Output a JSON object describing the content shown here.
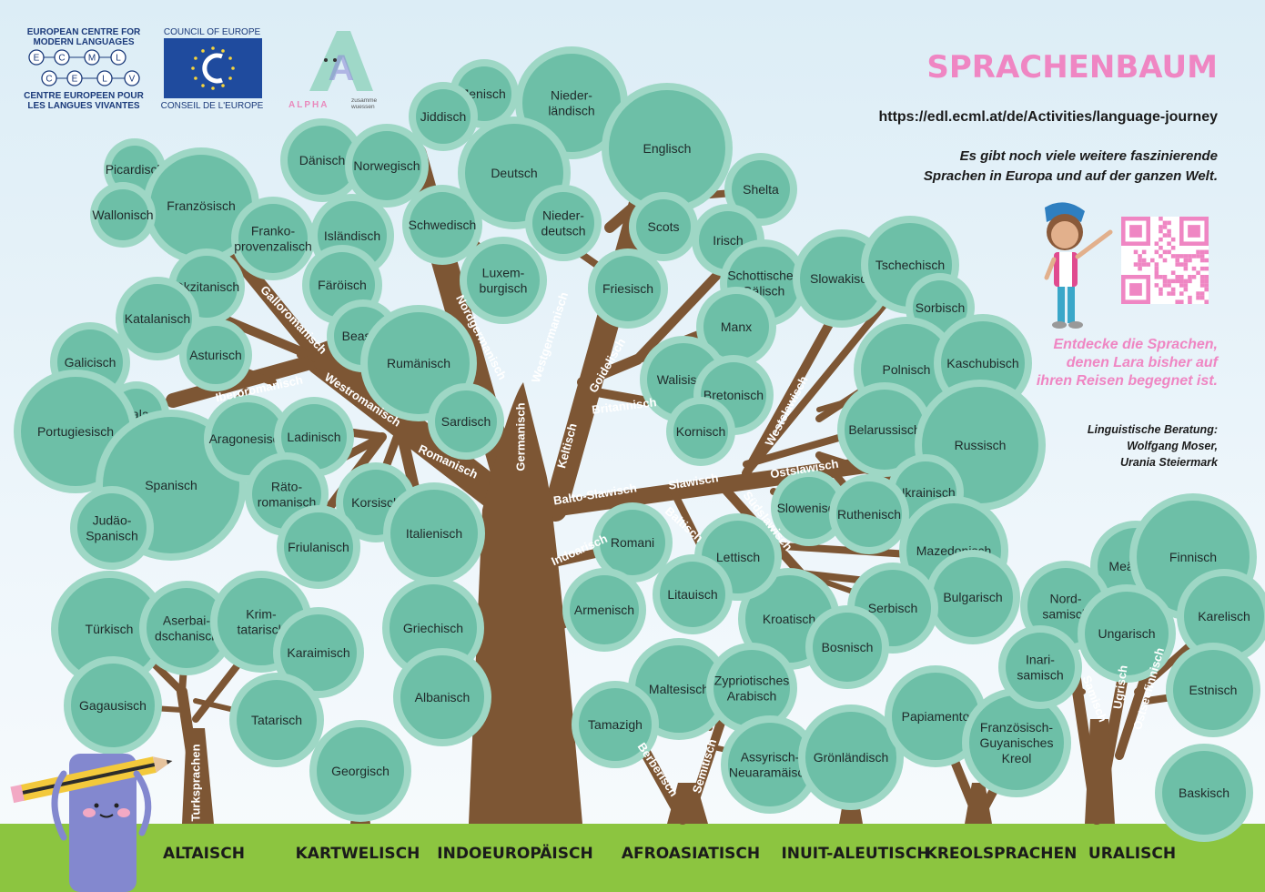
{
  "header": {
    "title": "SPRACHENBAUM",
    "url": "https://edl.ecml.at/de/Activities/language-journey",
    "desc_line1": "Es gibt noch viele weitere faszinierende",
    "desc_line2": "Sprachen in Europa und auf der ganzen Welt.",
    "pink_line1": "Entdecke die Sprachen,",
    "pink_line2": "denen Lara bisher auf",
    "pink_line3": "ihren Reisen begegnet ist.",
    "credit_line1": "Linguistische Beratung:",
    "credit_line2": "Wolfgang Moser,",
    "credit_line3": "Urania Steiermark"
  },
  "logos": {
    "ecml_top1": "EUROPEAN CENTRE FOR",
    "ecml_top2": "MODERN LANGUAGES",
    "ecml_letters": [
      "E",
      "C",
      "M",
      "L",
      "C",
      "E",
      "L",
      "V"
    ],
    "ecml_bot1": "CENTRE EUROPEEN POUR",
    "ecml_bot2": "LES LANGUES VIVANTES",
    "coe_top": "COUNCIL OF EUROPE",
    "coe_bot": "CONSEIL DE L'EUROPE",
    "alpha_word": "ALPHA",
    "alpha_sub1": "zusamme",
    "alpha_sub2": "wuessen",
    "alpha_letter": "A"
  },
  "colors": {
    "circle_outer": "#9ed7c5",
    "circle_inner": "#6dbfa7",
    "trunk": "#7d5634",
    "ground": "#8cc540",
    "title_pink": "#ef86c3"
  },
  "families": [
    {
      "name": "ALTAISCH"
    },
    {
      "name": "KARTWELISCH"
    },
    {
      "name": "INDOEUROPÄISCH"
    },
    {
      "name": "AFROASIATISCH"
    },
    {
      "name": "INUIT-ALEUTISCH"
    },
    {
      "name": "KREOLSPRACHEN"
    },
    {
      "name": "URALISCH"
    }
  ],
  "branches": [
    {
      "id": "galloromanisch",
      "text": "Galloromanisch"
    },
    {
      "id": "iberoromanisch",
      "text": "Iberoromanisch"
    },
    {
      "id": "westromanisch",
      "text": "Westromanisch"
    },
    {
      "id": "romanisch",
      "text": "Romanisch"
    },
    {
      "id": "nordgermanisch",
      "text": "Nordgermanisch"
    },
    {
      "id": "westgermanisch",
      "text": "Westgermanisch"
    },
    {
      "id": "germanisch",
      "text": "Germanisch"
    },
    {
      "id": "goidelisch",
      "text": "Goidelisch"
    },
    {
      "id": "britannisch",
      "text": "Britannisch"
    },
    {
      "id": "keltisch",
      "text": "Keltisch"
    },
    {
      "id": "balto-slawisch",
      "text": "Balto-Slawisch"
    },
    {
      "id": "slawisch",
      "text": "Slawisch"
    },
    {
      "id": "ostslawisch",
      "text": "Ostslawisch"
    },
    {
      "id": "westslawisch",
      "text": "Westslawisch"
    },
    {
      "id": "suedslawisch",
      "text": "Südslawisch"
    },
    {
      "id": "baltisch",
      "text": "Baltisch"
    },
    {
      "id": "indoarisch",
      "text": "Indoarisch"
    },
    {
      "id": "turksprachen",
      "text": "Turksprachen"
    },
    {
      "id": "berberisch",
      "text": "Berberisch"
    },
    {
      "id": "semitisch",
      "text": "Semitisch"
    },
    {
      "id": "samisch",
      "text": "Samisch"
    },
    {
      "id": "ugrisch",
      "text": "Ugrisch"
    },
    {
      "id": "ostseefinnisch",
      "text": "Ostseefinnisch"
    }
  ],
  "languages": [
    {
      "lines": [
        "Picardisch"
      ]
    },
    {
      "lines": [
        "Französisch"
      ]
    },
    {
      "lines": [
        "Wallonisch"
      ]
    },
    {
      "lines": [
        "Franko-",
        "provenzalisch"
      ]
    },
    {
      "lines": [
        "Okzitanisch"
      ]
    },
    {
      "lines": [
        "Katalanisch"
      ]
    },
    {
      "lines": [
        "Asturisch"
      ]
    },
    {
      "lines": [
        "Galicisch"
      ]
    },
    {
      "lines": [
        "Fala"
      ]
    },
    {
      "lines": [
        "Portugiesisch"
      ]
    },
    {
      "lines": [
        "Spanisch"
      ]
    },
    {
      "lines": [
        "Judäo-",
        "Spanisch"
      ]
    },
    {
      "lines": [
        "Aragonesisch"
      ]
    },
    {
      "lines": [
        "Dänisch"
      ]
    },
    {
      "lines": [
        "Norwegisch"
      ]
    },
    {
      "lines": [
        "Isländisch"
      ]
    },
    {
      "lines": [
        "Schwedisch"
      ]
    },
    {
      "lines": [
        "Färöisch"
      ]
    },
    {
      "lines": [
        "Beasch"
      ]
    },
    {
      "lines": [
        "Rumänisch"
      ]
    },
    {
      "lines": [
        "Ladinisch"
      ]
    },
    {
      "lines": [
        "Sardisch"
      ]
    },
    {
      "lines": [
        "Räto-",
        "romanisch"
      ]
    },
    {
      "lines": [
        "Korsisch"
      ]
    },
    {
      "lines": [
        "Friulanisch"
      ]
    },
    {
      "lines": [
        "Italienisch"
      ]
    },
    {
      "lines": [
        "Jenisch"
      ]
    },
    {
      "lines": [
        "Jiddisch"
      ]
    },
    {
      "lines": [
        "Nieder-",
        "ländisch"
      ]
    },
    {
      "lines": [
        "Deutsch"
      ]
    },
    {
      "lines": [
        "Englisch"
      ]
    },
    {
      "lines": [
        "Nieder-",
        "deutsch"
      ]
    },
    {
      "lines": [
        "Luxem-",
        "burgisch"
      ]
    },
    {
      "lines": [
        "Scots"
      ]
    },
    {
      "lines": [
        "Shelta"
      ]
    },
    {
      "lines": [
        "Irisch"
      ]
    },
    {
      "lines": [
        "Friesisch"
      ]
    },
    {
      "lines": [
        "Schottisches",
        "Gälisch"
      ]
    },
    {
      "lines": [
        "Manx"
      ]
    },
    {
      "lines": [
        "Walisisch"
      ]
    },
    {
      "lines": [
        "Bretonisch"
      ]
    },
    {
      "lines": [
        "Kornisch"
      ]
    },
    {
      "lines": [
        "Slowakisch"
      ]
    },
    {
      "lines": [
        "Tschechisch"
      ]
    },
    {
      "lines": [
        "Sorbisch"
      ]
    },
    {
      "lines": [
        "Polnisch"
      ]
    },
    {
      "lines": [
        "Kaschubisch"
      ]
    },
    {
      "lines": [
        "Belarussisch"
      ]
    },
    {
      "lines": [
        "Russisch"
      ]
    },
    {
      "lines": [
        "Ukrainisch"
      ]
    },
    {
      "lines": [
        "Slowenisch"
      ]
    },
    {
      "lines": [
        "Ruthenisch"
      ]
    },
    {
      "lines": [
        "Mazedonisch"
      ]
    },
    {
      "lines": [
        "Bulgarisch"
      ]
    },
    {
      "lines": [
        "Serbisch"
      ]
    },
    {
      "lines": [
        "Kroatisch"
      ]
    },
    {
      "lines": [
        "Bosnisch"
      ]
    },
    {
      "lines": [
        "Romani"
      ]
    },
    {
      "lines": [
        "Lettisch"
      ]
    },
    {
      "lines": [
        "Litauisch"
      ]
    },
    {
      "lines": [
        "Armenisch"
      ]
    },
    {
      "lines": [
        "Griechisch"
      ]
    },
    {
      "lines": [
        "Albanisch"
      ]
    },
    {
      "lines": [
        "Türkisch"
      ]
    },
    {
      "lines": [
        "Aserbai-",
        "dschanisch"
      ]
    },
    {
      "lines": [
        "Krim-",
        "tatarisch"
      ]
    },
    {
      "lines": [
        "Karaimisch"
      ]
    },
    {
      "lines": [
        "Gagausisch"
      ]
    },
    {
      "lines": [
        "Tatarisch"
      ]
    },
    {
      "lines": [
        "Georgisch"
      ]
    },
    {
      "lines": [
        "Maltesisch"
      ]
    },
    {
      "lines": [
        "Zypriotisches",
        "Arabisch"
      ]
    },
    {
      "lines": [
        "Tamazigh"
      ]
    },
    {
      "lines": [
        "Assyrisch-",
        "Neuaramäisch"
      ]
    },
    {
      "lines": [
        "Grönländisch"
      ]
    },
    {
      "lines": [
        "Papiamento"
      ]
    },
    {
      "lines": [
        "Französisch-",
        "Guyanisches",
        "Kreol"
      ]
    },
    {
      "lines": [
        "Meänkieli"
      ]
    },
    {
      "lines": [
        "Finnisch"
      ]
    },
    {
      "lines": [
        "Nord-",
        "samisch"
      ]
    },
    {
      "lines": [
        "Ungarisch"
      ]
    },
    {
      "lines": [
        "Karelisch"
      ]
    },
    {
      "lines": [
        "Inari-",
        "samisch"
      ]
    },
    {
      "lines": [
        "Estnisch"
      ]
    },
    {
      "lines": [
        "Baskisch"
      ]
    }
  ]
}
